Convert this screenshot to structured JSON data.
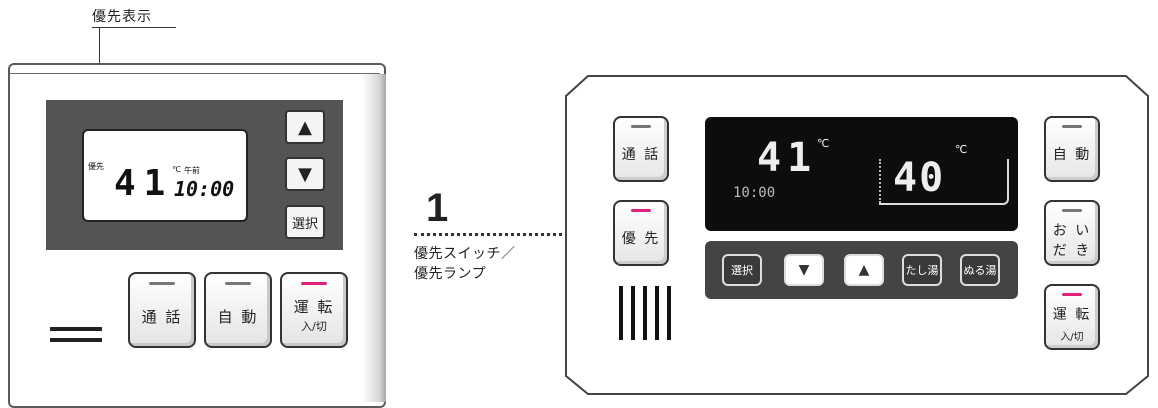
{
  "callouts": {
    "priority_display": "優先表示",
    "number": "1",
    "priority_label_line1": "優先スイッチ／",
    "priority_label_line2": "優先ランプ"
  },
  "left_remote": {
    "lcd": {
      "priority": "優先",
      "temperature": "41",
      "unit": "℃",
      "ampm": "午前",
      "time": "10:00"
    },
    "keys": {
      "up": "▲",
      "down": "▼",
      "select": "選択"
    },
    "buttons": [
      {
        "label": "通 話",
        "sub": "",
        "lamp_color": "#777777"
      },
      {
        "label": "自 動",
        "sub": "",
        "lamp_color": "#777777"
      },
      {
        "label": "運 転",
        "sub": "入/切",
        "lamp_color": "#e0207a"
      }
    ]
  },
  "right_remote": {
    "display": {
      "temp_left": "41",
      "unit_left": "℃",
      "time": "10:00",
      "temp_right": "40",
      "unit_right": "℃"
    },
    "left_buttons": {
      "call": {
        "label": "通 話",
        "lamp_color": "#777777"
      },
      "priority": {
        "label": "優 先",
        "lamp_color": "#e0207a"
      }
    },
    "right_buttons": {
      "auto": {
        "label": "自 動",
        "lamp_color": "#777777"
      },
      "reheat": {
        "line1": "お い",
        "line2": "だ き",
        "lamp_color": "#777777"
      },
      "power": {
        "label": "運 転",
        "sub": "入/切",
        "lamp_color": "#e0207a"
      }
    },
    "strip_keys": {
      "select": "選択",
      "down": "▼",
      "up": "▲",
      "add_water": "たし湯",
      "lukewarm": "ぬる湯"
    }
  }
}
